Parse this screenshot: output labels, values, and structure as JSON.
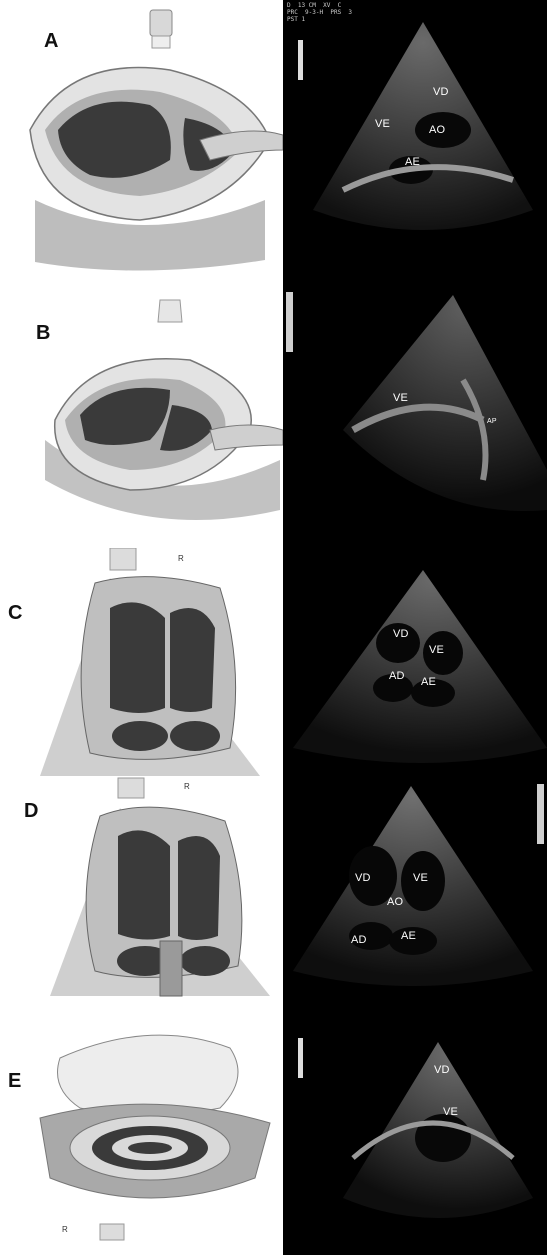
{
  "panels": [
    {
      "id": "A",
      "label": "A",
      "header": [
        "D  13 CM  XV  C",
        "PRC  9-3-H  PRS  3",
        "PST 1"
      ],
      "probe_mark": "",
      "echo_labels": [
        "VD",
        "VE",
        "AO",
        "AE"
      ]
    },
    {
      "id": "B",
      "label": "B",
      "probe_mark": "",
      "echo_labels": [
        "VE",
        "AP"
      ]
    },
    {
      "id": "C",
      "label": "C",
      "probe_mark": "R",
      "echo_labels": [
        "VD",
        "VE",
        "AD",
        "AE"
      ]
    },
    {
      "id": "D",
      "label": "D",
      "probe_mark": "R",
      "echo_labels": [
        "VD",
        "VE",
        "AO",
        "AD",
        "AE"
      ]
    },
    {
      "id": "E",
      "label": "E",
      "probe_mark": "R",
      "echo_labels": [
        "VD",
        "VE"
      ]
    }
  ]
}
